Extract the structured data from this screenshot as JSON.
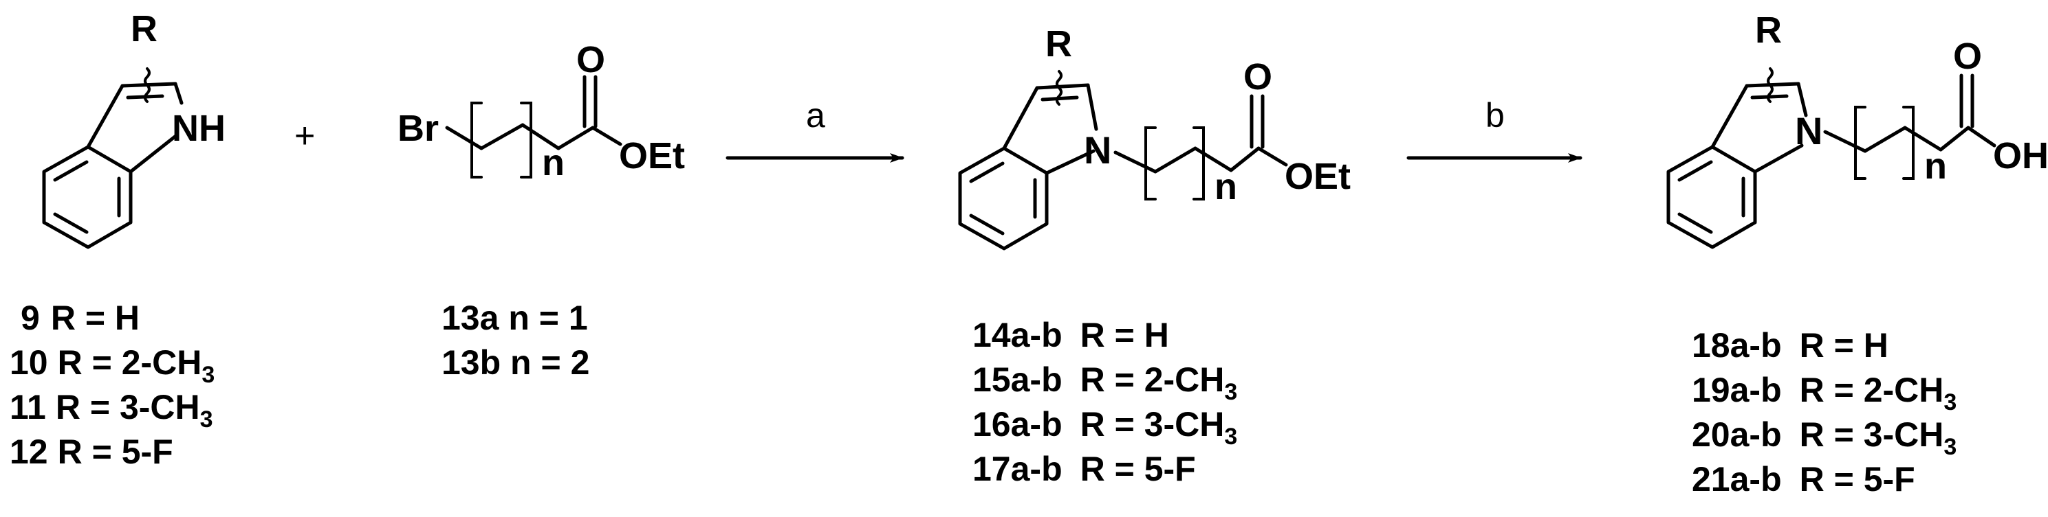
{
  "reactant_indole": {
    "substituent": "R",
    "nh": "NH",
    "labels": [
      {
        "id": "9",
        "r": "R = H"
      },
      {
        "id": "10",
        "r": "R = 2-CH",
        "sub": "3"
      },
      {
        "id": "11",
        "r": "R = 3-CH",
        "sub": "3"
      },
      {
        "id": "12",
        "r": "R = 5-F"
      }
    ]
  },
  "plus": "+",
  "bromoester": {
    "br": "Br",
    "carbonyl_o": "O",
    "ester": "OEt",
    "n": "n",
    "labels": [
      "13a n = 1",
      "13b n = 2"
    ]
  },
  "step_a": "a",
  "intermediate": {
    "substituent": "R",
    "n_atom": "N",
    "carbonyl_o": "O",
    "ester": "OEt",
    "n": "n",
    "labels": [
      {
        "id": "14a-b",
        "r": "R = H"
      },
      {
        "id": "15a-b",
        "r": "R = 2-CH",
        "sub": "3"
      },
      {
        "id": "16a-b",
        "r": "R = 3-CH",
        "sub": "3"
      },
      {
        "id": "17a-b",
        "r": "R = 5-F"
      }
    ]
  },
  "step_b": "b",
  "product": {
    "substituent": "R",
    "n_atom": "N",
    "carbonyl_o": "O",
    "acid": "OH",
    "n": "n",
    "labels": [
      {
        "id": "18a-b",
        "r": "R = H"
      },
      {
        "id": "19a-b",
        "r": "R = 2-CH",
        "sub": "3"
      },
      {
        "id": "20a-b",
        "r": "R = 3-CH",
        "sub": "3"
      },
      {
        "id": "21a-b",
        "r": "R = 5-F"
      }
    ]
  }
}
